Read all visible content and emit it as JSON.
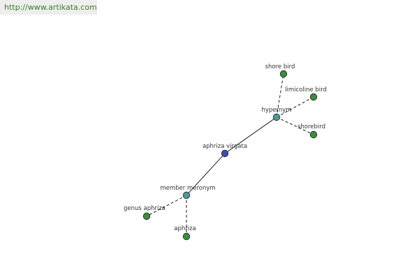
{
  "source_link": "http://www.artikata.com",
  "colors": {
    "center": "#3c4fa6",
    "relation": "#4a9a96",
    "term": "#3f8a3f"
  },
  "graph": {
    "center": {
      "id": "center",
      "label": "aphriza virgata",
      "kind": "center"
    },
    "relations": [
      {
        "id": "hypernym",
        "label": "hypernym",
        "kind": "relation",
        "terms": [
          {
            "id": "shore-bird",
            "label": "shore bird"
          },
          {
            "id": "limicoline-bird",
            "label": "limicoline bird"
          },
          {
            "id": "shorebird",
            "label": "shorebird"
          }
        ]
      },
      {
        "id": "member-meronym",
        "label": "member meronym",
        "kind": "relation",
        "terms": [
          {
            "id": "genus-aphriza",
            "label": "genus aphriza"
          },
          {
            "id": "aphriza",
            "label": "aphriza"
          }
        ]
      }
    ]
  }
}
